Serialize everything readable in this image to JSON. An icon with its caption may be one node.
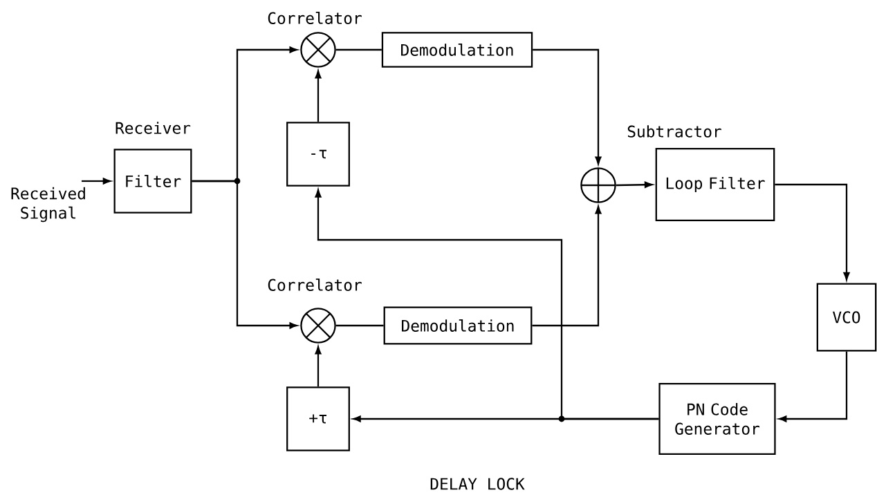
{
  "diagram": {
    "caption": "DELAY LOCK",
    "nodes": [
      {
        "text": [
          "Filter"
        ],
        "beside": [
          "Receiver"
        ]
      },
      {
        "text": [],
        "shape": "circle",
        "beside": [
          "Correlator"
        ]
      },
      {
        "text": [
          "Demodulation"
        ]
      },
      {
        "text": [
          "-τ"
        ]
      },
      {
        "text": [],
        "shape": "circle"
      },
      {
        "text": [
          "Loop Filter"
        ]
      },
      {
        "text": [],
        "shape": "circle",
        "beside": [
          "Correlator"
        ]
      },
      {
        "text": [
          "Demodulation"
        ]
      },
      {
        "text": [
          "VCO"
        ]
      },
      {
        "text": [
          "+τ"
        ]
      },
      {
        "text": [
          "PN Code Generator"
        ]
      },
      {
        "text": [
          "Received Signal"
        ]
      }
    ],
    "edges": [
      {
        "from": 11,
        "to": 0,
        "arrow": "to"
      },
      {
        "from": 0,
        "to": 1,
        "arrow": "to"
      },
      {
        "from": 0,
        "to": 6,
        "arrow": "to"
      },
      {
        "from": 1,
        "to": 2,
        "arrow": "none"
      },
      {
        "from": 2,
        "to": 4,
        "arrow": "to"
      },
      {
        "from": 3,
        "to": 1,
        "arrow": "to"
      },
      {
        "from": 4,
        "to": 5,
        "arrow": "to"
      },
      {
        "from": 5,
        "to": 8,
        "arrow": "to"
      },
      {
        "from": 6,
        "to": 7,
        "arrow": "none"
      },
      {
        "from": 7,
        "to": 4,
        "arrow": "to"
      },
      {
        "from": 8,
        "to": 10,
        "arrow": "to"
      },
      {
        "from": 9,
        "to": 6,
        "arrow": "to"
      },
      {
        "from": 10,
        "to": 9,
        "arrow": "to"
      },
      {
        "from": 10,
        "to": 3,
        "arrow": "to"
      }
    ],
    "labels": [
      "Subtractor"
    ]
  }
}
